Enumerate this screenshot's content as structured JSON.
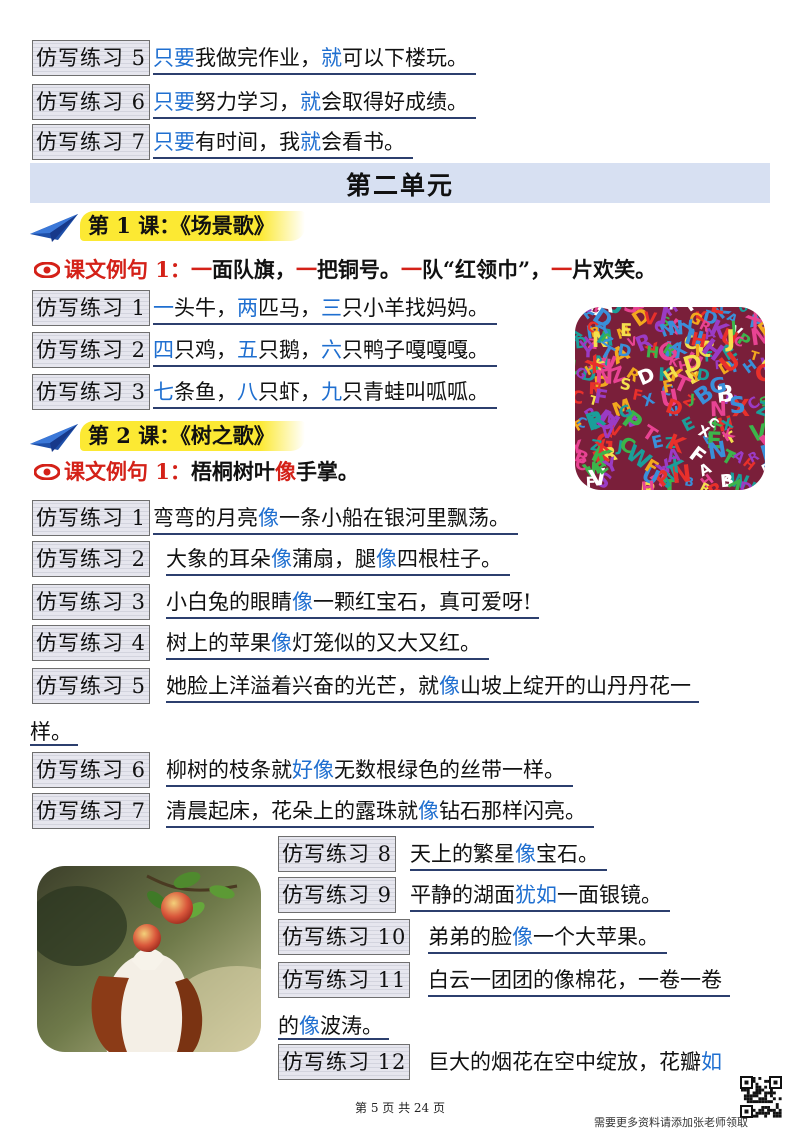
{
  "top_rows": [
    {
      "label": "仿写练习 5",
      "parts": [
        {
          "t": "只要",
          "c": "blue"
        },
        {
          "t": "我做完作业，",
          "c": ""
        },
        {
          "t": "就",
          "c": "blue"
        },
        {
          "t": "可以下楼玩。",
          "c": ""
        }
      ]
    },
    {
      "label": "仿写练习 6",
      "parts": [
        {
          "t": "只要",
          "c": "blue"
        },
        {
          "t": "努力学习，",
          "c": ""
        },
        {
          "t": "就",
          "c": "blue"
        },
        {
          "t": "会取得好成绩。",
          "c": ""
        }
      ]
    },
    {
      "label": "仿写练习 7",
      "parts": [
        {
          "t": "只要",
          "c": "blue"
        },
        {
          "t": "有时间，我",
          "c": ""
        },
        {
          "t": "就",
          "c": "blue"
        },
        {
          "t": "会看书。",
          "c": ""
        }
      ]
    }
  ],
  "unit_title": "第二单元",
  "lesson1": {
    "title": "第 1 课：《场景歌》",
    "example_label": "课文例句 1：",
    "example_parts": [
      {
        "t": "一",
        "c": "red"
      },
      {
        "t": "面队旗，",
        "c": ""
      },
      {
        "t": "一",
        "c": "red"
      },
      {
        "t": "把铜号。",
        "c": ""
      },
      {
        "t": "一",
        "c": "red"
      },
      {
        "t": "队“红领巾”，",
        "c": ""
      },
      {
        "t": "一",
        "c": "red"
      },
      {
        "t": "片欢笑。",
        "c": ""
      }
    ],
    "rows": [
      {
        "label": "仿写练习 1",
        "parts": [
          {
            "t": "一",
            "c": "blue"
          },
          {
            "t": "头牛，",
            "c": ""
          },
          {
            "t": "两",
            "c": "blue"
          },
          {
            "t": "匹马，",
            "c": ""
          },
          {
            "t": "三",
            "c": "blue"
          },
          {
            "t": "只小羊找妈妈。",
            "c": ""
          }
        ]
      },
      {
        "label": "仿写练习 2",
        "parts": [
          {
            "t": "四",
            "c": "blue"
          },
          {
            "t": "只鸡，",
            "c": ""
          },
          {
            "t": "五",
            "c": "blue"
          },
          {
            "t": "只鹅，",
            "c": ""
          },
          {
            "t": "六",
            "c": "blue"
          },
          {
            "t": "只鸭子嘎嘎嘎。",
            "c": ""
          }
        ]
      },
      {
        "label": "仿写练习 3",
        "parts": [
          {
            "t": "七",
            "c": "blue"
          },
          {
            "t": "条鱼，",
            "c": ""
          },
          {
            "t": "八",
            "c": "blue"
          },
          {
            "t": "只虾，",
            "c": ""
          },
          {
            "t": "九",
            "c": "blue"
          },
          {
            "t": "只青蛙叫呱呱。",
            "c": ""
          }
        ]
      }
    ]
  },
  "lesson2": {
    "title": "第 2 课：《树之歌》",
    "example_label": "课文例句 1：",
    "example_parts": [
      {
        "t": "梧桐树叶",
        "c": ""
      },
      {
        "t": "像",
        "c": "red"
      },
      {
        "t": "手掌。",
        "c": ""
      }
    ],
    "rows": [
      {
        "label": "仿写练习 1",
        "parts": [
          {
            "t": "弯弯的月亮",
            "c": ""
          },
          {
            "t": "像",
            "c": "blue"
          },
          {
            "t": "一条小船在银河里飘荡。",
            "c": ""
          }
        ]
      },
      {
        "label": "仿写练习 2",
        "parts": [
          {
            "t": "大象的耳朵",
            "c": ""
          },
          {
            "t": "像",
            "c": "blue"
          },
          {
            "t": "蒲扇，腿",
            "c": ""
          },
          {
            "t": "像",
            "c": "blue"
          },
          {
            "t": "四根柱子。",
            "c": ""
          }
        ]
      },
      {
        "label": "仿写练习 3",
        "parts": [
          {
            "t": "小白兔的眼睛",
            "c": ""
          },
          {
            "t": "像",
            "c": "blue"
          },
          {
            "t": "一颗红宝石，真可爱呀!",
            "c": ""
          }
        ]
      },
      {
        "label": "仿写练习 4",
        "parts": [
          {
            "t": "树上的苹果",
            "c": ""
          },
          {
            "t": "像",
            "c": "blue"
          },
          {
            "t": "灯笼似的又大又红。",
            "c": ""
          }
        ]
      },
      {
        "label": "仿写练习 5",
        "parts": [
          {
            "t": "她脸上洋溢着兴奋的光芒，就",
            "c": ""
          },
          {
            "t": "像",
            "c": "blue"
          },
          {
            "t": "山坡上绽开的山丹丹花一",
            "c": ""
          }
        ],
        "cont": "样。"
      },
      {
        "label": "仿写练习 6",
        "parts": [
          {
            "t": "柳树的枝条就",
            "c": ""
          },
          {
            "t": "好像",
            "c": "blue"
          },
          {
            "t": "无数根绿色的丝带一样。",
            "c": ""
          }
        ]
      },
      {
        "label": "仿写练习 7",
        "parts": [
          {
            "t": "清晨起床，花朵上的露珠就",
            "c": ""
          },
          {
            "t": "像",
            "c": "blue"
          },
          {
            "t": "钻石那样闪亮。",
            "c": ""
          }
        ]
      },
      {
        "label": "仿写练习 8",
        "parts": [
          {
            "t": "天上的繁星",
            "c": ""
          },
          {
            "t": "像",
            "c": "blue"
          },
          {
            "t": "宝石。",
            "c": ""
          }
        ]
      },
      {
        "label": "仿写练习 9",
        "parts": [
          {
            "t": "平静的湖面",
            "c": ""
          },
          {
            "t": "犹如",
            "c": "blue"
          },
          {
            "t": "一面银镜。",
            "c": ""
          }
        ]
      },
      {
        "label": "仿写练习 10",
        "parts": [
          {
            "t": "弟弟的脸",
            "c": ""
          },
          {
            "t": "像",
            "c": "blue"
          },
          {
            "t": "一个大苹果。",
            "c": ""
          }
        ]
      },
      {
        "label": "仿写练习 11",
        "parts": [
          {
            "t": "白云一团团的像棉花，一卷一卷",
            "c": ""
          }
        ],
        "cont_parts": [
          {
            "t": "的",
            "c": ""
          },
          {
            "t": "像",
            "c": "blue"
          },
          {
            "t": "波涛。",
            "c": ""
          }
        ]
      },
      {
        "label": "仿写练习 12",
        "parts": [
          {
            "t": "巨大的烟花在空中绽放，花瓣",
            "c": ""
          },
          {
            "t": "如",
            "c": "blue"
          }
        ]
      }
    ]
  },
  "footer": "第 5 页 共 24 页",
  "footer_note": "需要更多资料请添加张老师领取",
  "colors": {
    "accent_blue": "#1f6fd0",
    "accent_red": "#d42118",
    "unit_bar": "#d7e0f2",
    "lesson_highlight": "#fce933"
  }
}
